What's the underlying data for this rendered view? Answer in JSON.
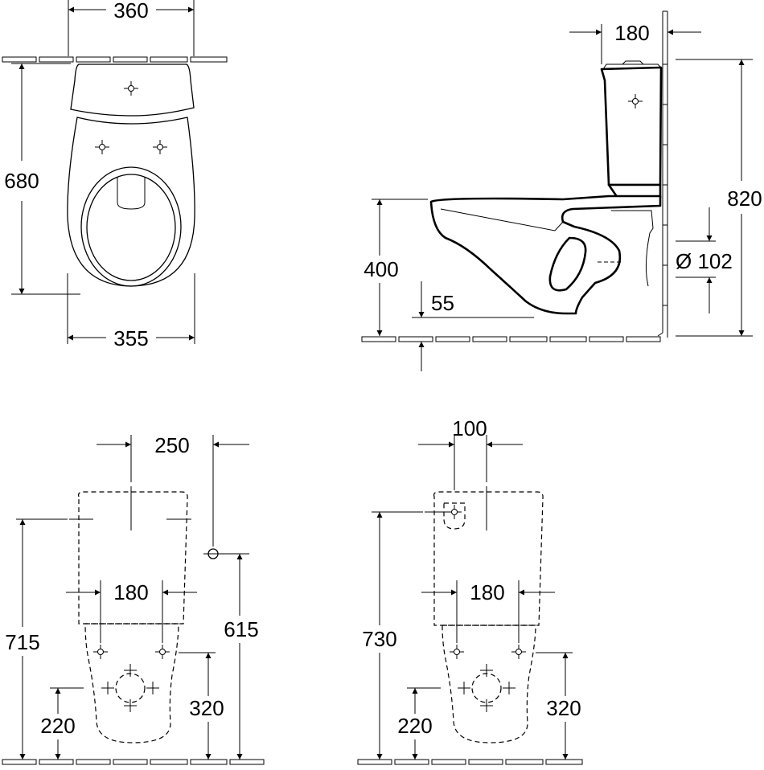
{
  "top_view": {
    "width_top": "360",
    "depth": "680",
    "width_bottom": "355"
  },
  "side_view": {
    "tank_depth": "180",
    "total_height": "820",
    "rim_height": "400",
    "outlet_diameter": "Ø 102",
    "outlet_offset": "55"
  },
  "rear_view_left": {
    "supply_offset": "250",
    "fixing_spacing": "180",
    "tank_height": "715",
    "supply_height": "615",
    "fixing_height": "320",
    "outlet_height": "220"
  },
  "rear_view_right": {
    "supply_offset": "100",
    "fixing_spacing": "180",
    "tank_height": "730",
    "fixing_height": "320",
    "outlet_height": "220"
  },
  "colors": {
    "line": "#000000",
    "background": "#ffffff"
  }
}
